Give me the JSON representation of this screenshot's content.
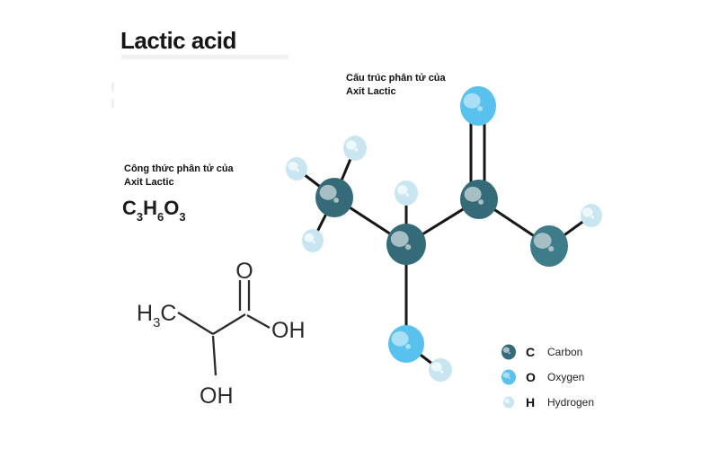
{
  "title": "Lactic acid",
  "structure_caption": {
    "line1": "Cấu trúc phân tử của",
    "line2": "Axit Lactic"
  },
  "formula_caption": {
    "line1": "Công thức phân tử của",
    "line2": "Axit Lactic"
  },
  "molecular_formula": {
    "e1": "C",
    "s1": "3",
    "e2": "H",
    "s2": "6",
    "e3": "O",
    "s3": "3"
  },
  "skeletal": {
    "methyl_h": "H",
    "methyl_sub": "3",
    "methyl_c": "C",
    "carbonyl_oxygen": "O",
    "hydroxyl_right": "OH",
    "hydroxyl_bottom": "OH"
  },
  "legend": {
    "items": [
      {
        "symbol": "C",
        "name": "Carbon"
      },
      {
        "symbol": "O",
        "name": "Oxygen"
      },
      {
        "symbol": "H",
        "name": "Hydrogen"
      }
    ]
  },
  "colors": {
    "carbon": "#356b78",
    "oxygen": "#58c1ed",
    "hydrogen": "#c8e5f0",
    "hydroxyl_oxygen": "#3f7c89",
    "carbon_highlight": "#a6bfc5",
    "oxygen_highlight": "#abdff6",
    "hydrogen_highlight": "#edf8fc",
    "bond": "#161616",
    "skeletal_ink": "#2b2b2b"
  }
}
